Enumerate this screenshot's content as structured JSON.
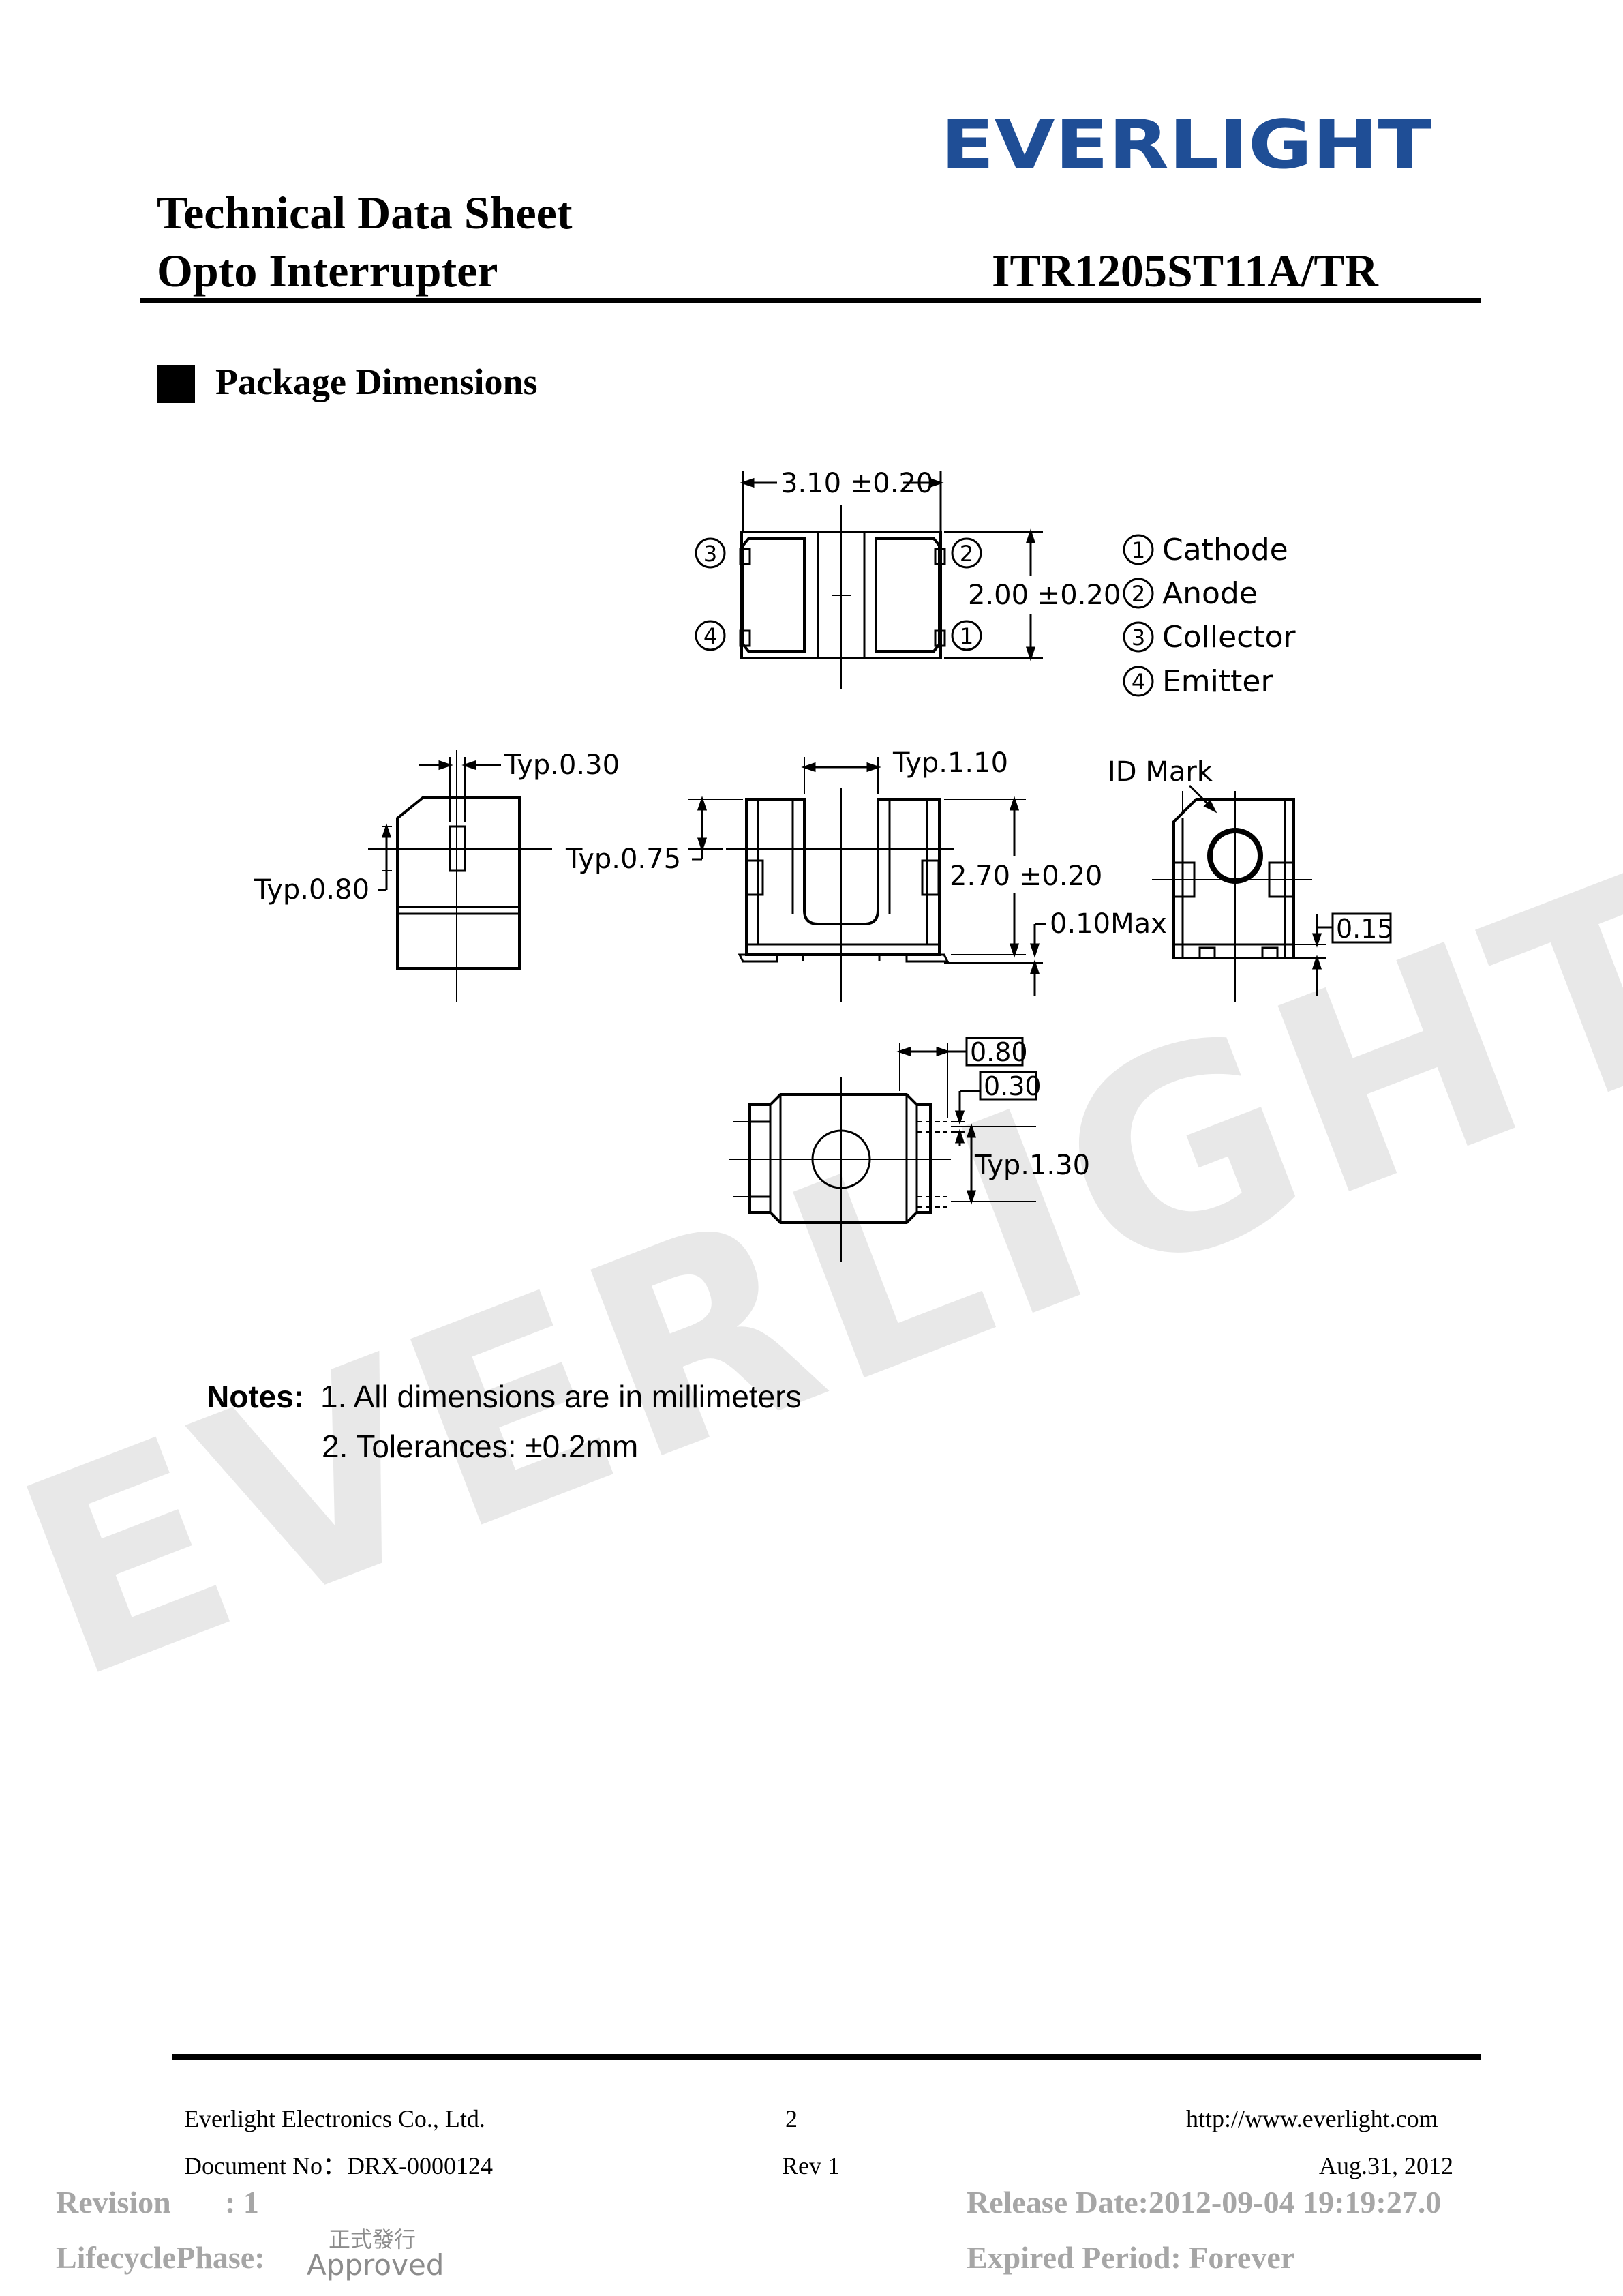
{
  "logo": {
    "text": "EVERLIGHT",
    "color": "#1f4e96"
  },
  "watermark": {
    "text": "EVERLIGHT",
    "color": "#e6e6e6"
  },
  "header": {
    "title": "Technical Data Sheet",
    "subtitle": "Opto Interrupter",
    "part_number": "ITR1205ST11A/TR"
  },
  "section": {
    "title": "Package Dimensions"
  },
  "drawing": {
    "dim_width": "3.10 ±0.20",
    "dim_height": "2.00 ±0.20",
    "pins": [
      {
        "num": "1",
        "name": "Cathode"
      },
      {
        "num": "2",
        "name": "Anode"
      },
      {
        "num": "3",
        "name": "Collector"
      },
      {
        "num": "4",
        "name": "Emitter"
      }
    ],
    "pin_top_left": "3",
    "pin_bottom_left": "4",
    "pin_top_right": "2",
    "pin_bottom_right": "1",
    "typ_030": "Typ.0.30",
    "typ_080": "Typ.0.80",
    "typ_075": "Typ.0.75",
    "typ_110": "Typ.1.10",
    "dim_270": "2.70 ±0.20",
    "max_010": "0.10Max",
    "id_mark": "ID  Mark",
    "box_015": "0.15",
    "box_080": "0.80",
    "box_030": "0.30",
    "typ_130": "Typ.1.30"
  },
  "notes": {
    "label": "Notes:",
    "items": [
      "1. All dimensions are in millimeters",
      "2. Tolerances: ±0.2mm"
    ]
  },
  "footer": {
    "company": "Everlight Electronics Co., Ltd.",
    "page": "2",
    "url": "http://www.everlight.com",
    "doc_no": "Document No：DRX-0000124",
    "rev": "Rev 1",
    "date": "Aug.31, 2012",
    "revision_label": "Revision",
    "revision_value": ": 1",
    "release": "Release Date:2012-09-04 19:19:27.0",
    "lifecycle_label": "LifecyclePhase:",
    "stamp_cn": "正式發行",
    "stamp_en": "Approved",
    "expired": "Expired Period: Forever"
  }
}
